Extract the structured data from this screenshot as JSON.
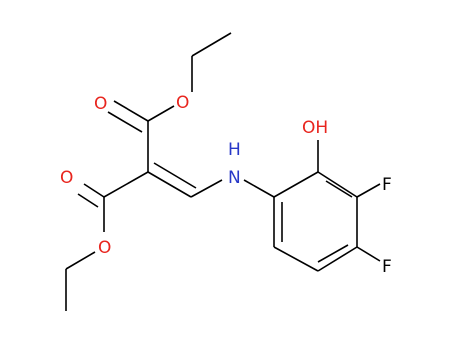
{
  "molecule": {
    "atoms": {
      "oxygen_symbol": "O",
      "hydroxyl": "OH",
      "amine": "N",
      "amine_h": "H",
      "fluorine_symbol": "F"
    },
    "colors": {
      "oxygen": "#e8251e",
      "nitrogen": "#2838c8",
      "fluorine": "#3fa33f",
      "bond": "#000000"
    }
  }
}
